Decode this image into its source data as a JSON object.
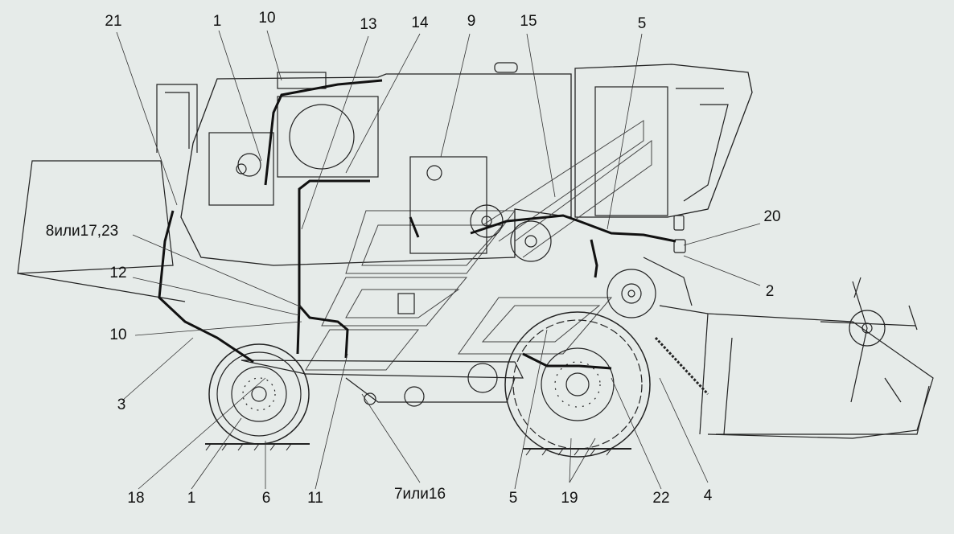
{
  "callouts": [
    {
      "id": "c21-top",
      "text": "21"
    },
    {
      "id": "c1-top",
      "text": "1"
    },
    {
      "id": "c10-top",
      "text": "10"
    },
    {
      "id": "c13",
      "text": "13"
    },
    {
      "id": "c14",
      "text": "14"
    },
    {
      "id": "c9",
      "text": "9"
    },
    {
      "id": "c15",
      "text": "15"
    },
    {
      "id": "c5-top",
      "text": "5"
    },
    {
      "id": "c20",
      "text": "20"
    },
    {
      "id": "c8",
      "text": "8или17,23"
    },
    {
      "id": "c12",
      "text": "12"
    },
    {
      "id": "c2",
      "text": "2"
    },
    {
      "id": "c10-mid",
      "text": "10"
    },
    {
      "id": "c3",
      "text": "3"
    },
    {
      "id": "c18",
      "text": "18"
    },
    {
      "id": "c1-bot",
      "text": "1"
    },
    {
      "id": "c6",
      "text": "6"
    },
    {
      "id": "c11",
      "text": "11"
    },
    {
      "id": "c7",
      "text": "7или16"
    },
    {
      "id": "c5-bot",
      "text": "5"
    },
    {
      "id": "c19",
      "text": "19"
    },
    {
      "id": "c22",
      "text": "22"
    },
    {
      "id": "c4",
      "text": "4"
    }
  ]
}
